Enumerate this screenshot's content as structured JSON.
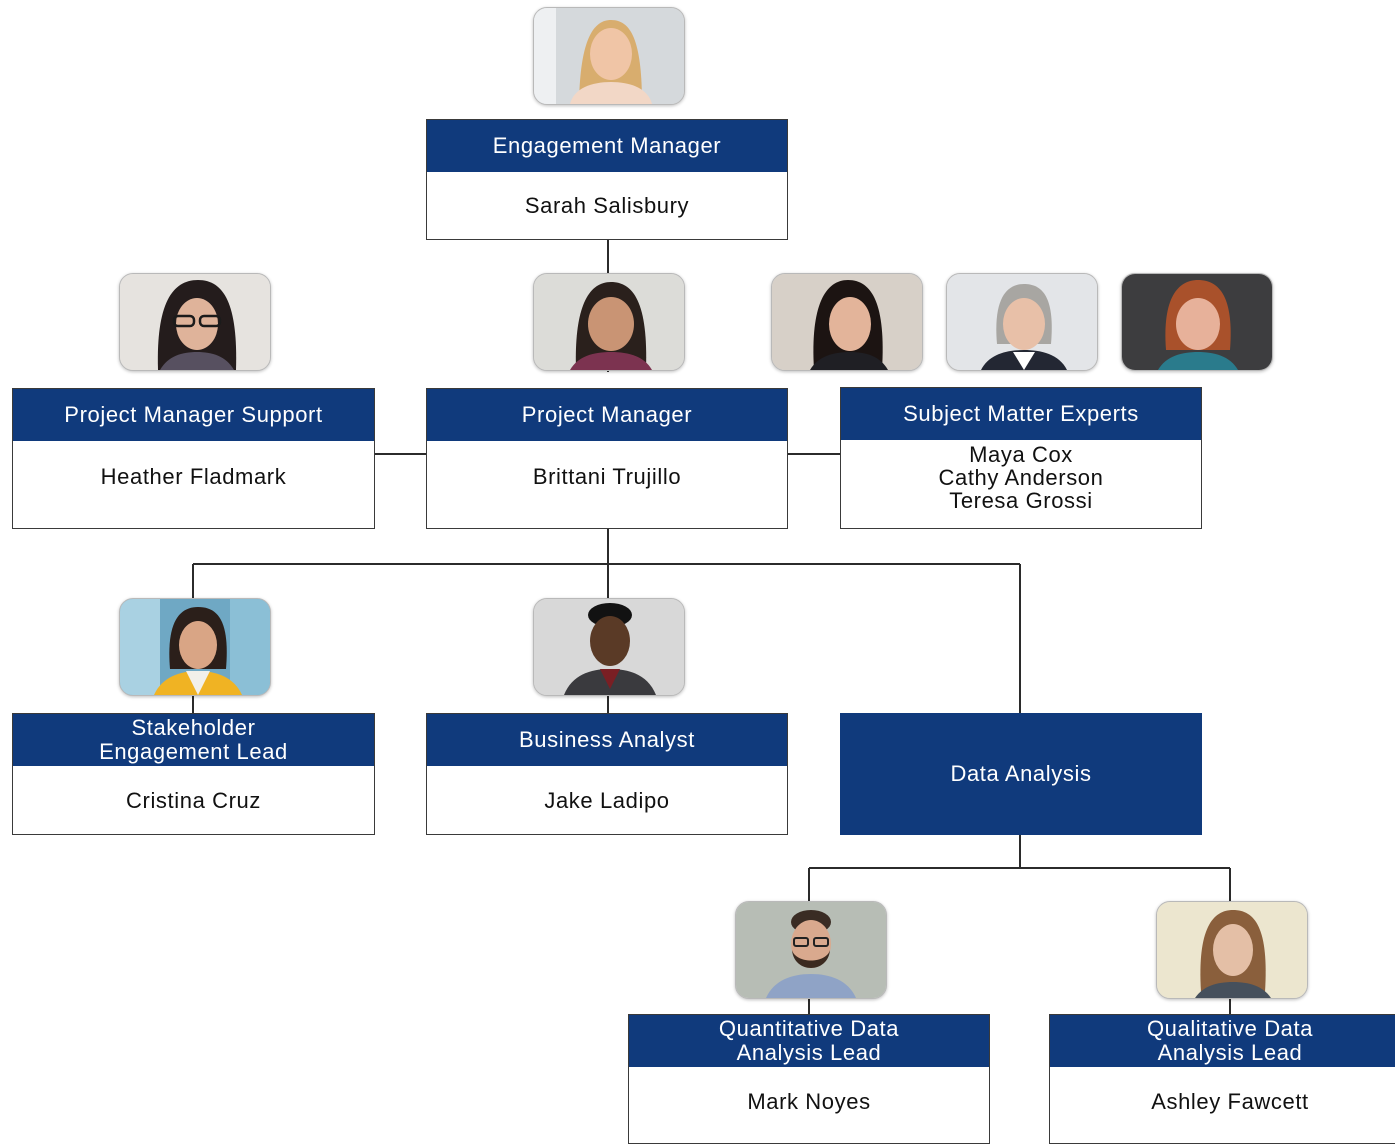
{
  "chart_data": {
    "type": "org-chart",
    "title": "",
    "nodes": [
      {
        "id": "engagement-manager",
        "role": "Engagement Manager",
        "names": [
          "Sarah Salisbury"
        ],
        "photo": true,
        "parent": null
      },
      {
        "id": "project-manager",
        "role": "Project Manager",
        "names": [
          "Brittani Trujillo"
        ],
        "photo": true,
        "parent": "engagement-manager"
      },
      {
        "id": "project-manager-support",
        "role": "Project Manager Support",
        "names": [
          "Heather Fladmark"
        ],
        "photo": true,
        "parent": "project-manager"
      },
      {
        "id": "subject-matter-experts",
        "role": "Subject Matter Experts",
        "names": [
          "Maya Cox",
          "Cathy Anderson",
          "Teresa Grossi"
        ],
        "photo": true,
        "parent": "project-manager"
      },
      {
        "id": "stakeholder-engagement-lead",
        "role": "Stakeholder\nEngagement Lead",
        "names": [
          "Cristina Cruz"
        ],
        "photo": true,
        "parent": "project-manager"
      },
      {
        "id": "business-analyst",
        "role": "Business Analyst",
        "names": [
          "Jake Ladipo"
        ],
        "photo": true,
        "parent": "project-manager"
      },
      {
        "id": "data-analysis",
        "role": "Data Analysis",
        "names": [],
        "photo": false,
        "parent": "project-manager"
      },
      {
        "id": "quantitative-lead",
        "role": "Quantitative Data\nAnalysis Lead",
        "names": [
          "Mark Noyes"
        ],
        "photo": true,
        "parent": "data-analysis"
      },
      {
        "id": "qualitative-lead",
        "role": "Qualitative Data\nAnalysis Lead",
        "names": [
          "Ashley Fawcett"
        ],
        "photo": true,
        "parent": "data-analysis"
      }
    ]
  },
  "colors": {
    "header_fill": "#103a7c",
    "header_text": "#ffffff",
    "body_fill": "#ffffff",
    "connector": "#2b2b2b"
  }
}
